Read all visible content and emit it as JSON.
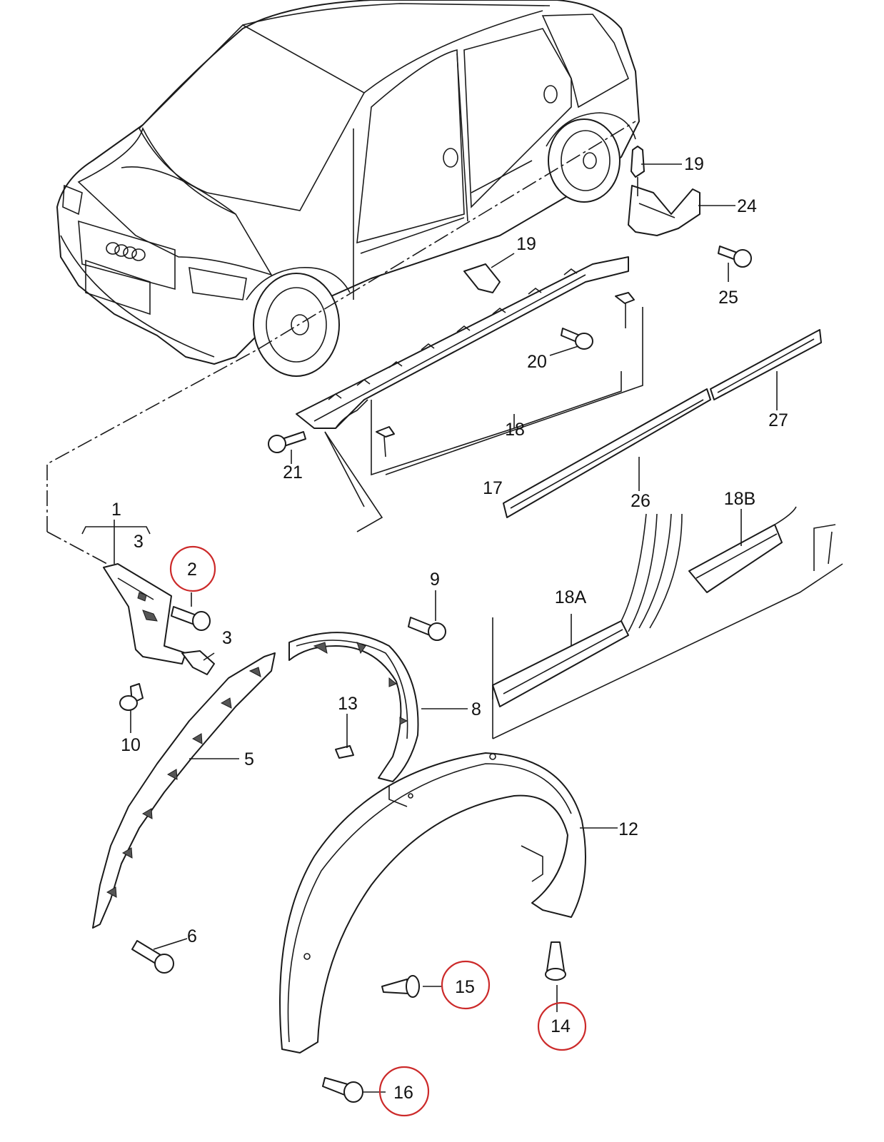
{
  "labels": {
    "l1": "1",
    "l2": "2",
    "l3a": "3",
    "l3b": "3",
    "l5": "5",
    "l6": "6",
    "l8": "8",
    "l9": "9",
    "l10": "10",
    "l12": "12",
    "l13": "13",
    "l14": "14",
    "l15": "15",
    "l16": "16",
    "l17": "17",
    "l18": "18",
    "l18a": "18A",
    "l18b": "18B",
    "l19a": "19",
    "l19b": "19",
    "l20": "20",
    "l21": "21",
    "l24": "24",
    "l25": "25",
    "l26": "26",
    "l27": "27"
  },
  "highlighted": [
    "2",
    "14",
    "15",
    "16"
  ],
  "colors": {
    "highlight": "#cc2a2a",
    "line": "#1a1a1a",
    "background": "#ffffff"
  }
}
